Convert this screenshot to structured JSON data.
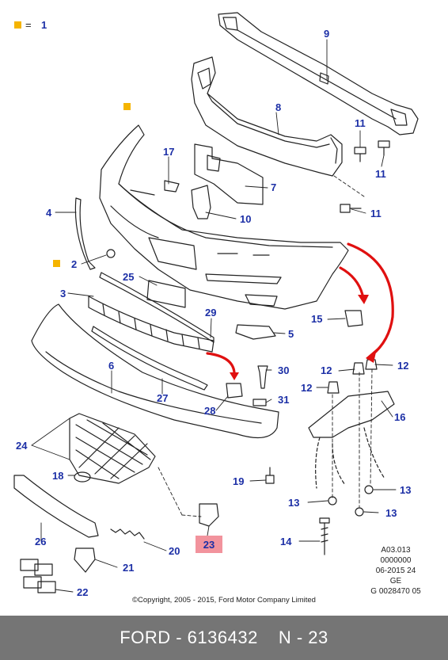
{
  "legend": {
    "symbol": "square",
    "equals": "=",
    "value": "1",
    "color": "#f5b400"
  },
  "callouts": {
    "c9": "9",
    "c8": "8",
    "c11a": "11",
    "c11b": "11",
    "c11c": "11",
    "c17": "17",
    "c7": "7",
    "c10": "10",
    "c4": "4",
    "c2": "2",
    "c25": "25",
    "c3": "3",
    "c29": "29",
    "c5": "5",
    "c15": "15",
    "c6": "6",
    "c30": "30",
    "c12a": "12",
    "c12b": "12",
    "c12c": "12",
    "c27": "27",
    "c31": "31",
    "c28": "28",
    "c16": "16",
    "c24": "24",
    "c18": "18",
    "c19": "19",
    "c13a": "13",
    "c13b": "13",
    "c13c": "13",
    "c26": "26",
    "c23": "23",
    "c20": "20",
    "c14": "14",
    "c21": "21",
    "c22": "22"
  },
  "reference": {
    "line1": "A03.013",
    "line2": "0000000",
    "line3": "06-2015 24",
    "line4": "GE",
    "line5": "G 0028470 05"
  },
  "copyright": "©Copyright, 2005 - 2015, Ford Motor Company Limited",
  "footer": {
    "brand": "FORD",
    "separator": " - ",
    "part_number": "6136432",
    "page_label": "N - 23"
  },
  "colors": {
    "callout": "#1c2fa6",
    "highlight": "#f2939d",
    "arrow": "#e01010",
    "footer_bg": "#757575",
    "marker": "#f5b400"
  }
}
